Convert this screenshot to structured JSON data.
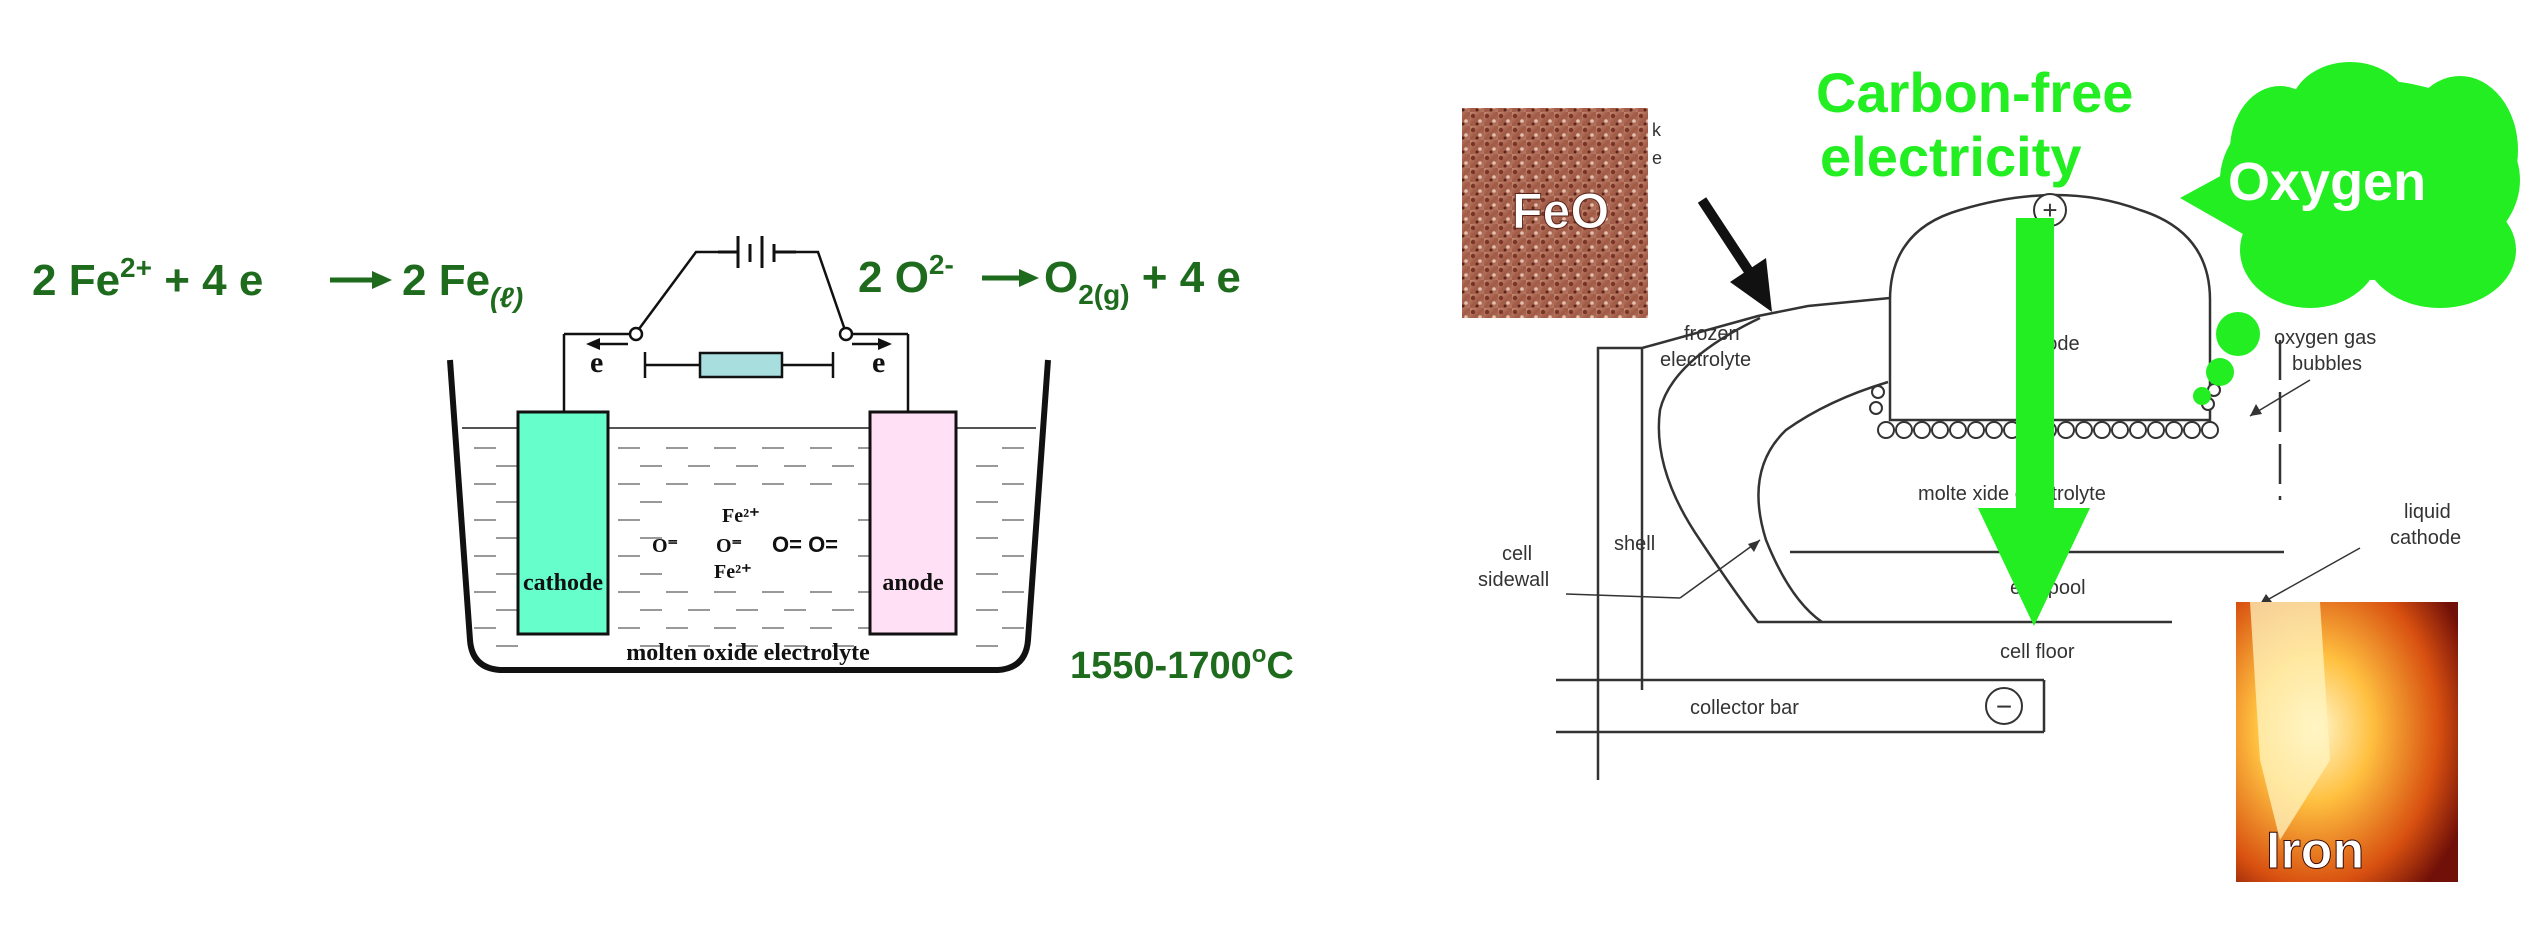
{
  "left": {
    "cathode_eq": {
      "base": "2 Fe",
      "sup": "2+",
      "mid": " + 4 e",
      "prod": "2 Fe",
      "sub": "(ℓ)"
    },
    "anode_eq": {
      "base": "2 O",
      "sup": "2-",
      "prod": "O",
      "sub": "2(g)",
      "tail": " +  4 e"
    },
    "electron_left": "e",
    "electron_right": "e",
    "cathode_label": "cathode",
    "anode_label": "anode",
    "ions": [
      "Fe²⁺",
      "O⁼",
      "O⁼",
      "O= O=",
      "Fe²⁺"
    ],
    "electrolyte_label": "molten oxide electrolyte",
    "temperature": {
      "value": "1550-1700",
      "sup": "o",
      "unit": "C"
    }
  },
  "right": {
    "feo_label": "FeO",
    "feo_partial": [
      "k",
      "e"
    ],
    "electricity_title": [
      "Carbon-free",
      "electricity"
    ],
    "oxygen_label": "Oxygen",
    "oxygen_partial": "yte",
    "plus_sign": "+",
    "minus_sign": "−",
    "anode_label": "anode",
    "oxygen_bubbles_label": [
      "oxygen gas",
      "bubbles"
    ],
    "frozen_electrolyte_label": [
      "frozen",
      "electrolyte"
    ],
    "molten_electrolyte_label": "molte   xide electrolyte",
    "liquid_cathode_label": [
      "liquid",
      "cathode"
    ],
    "cell_sidewall_label": [
      "cell",
      "sidewall"
    ],
    "shell_label": "shell",
    "metal_pool_label": "etal pool",
    "cell_floor_label": "cell floor",
    "collector_bar_label": "collector bar",
    "iron_label": "Iron"
  },
  "colors": {
    "equation_green": "#1e6b1e",
    "bright_green": "#22ee22",
    "cathode_fill": "#66ffcc",
    "anode_fill": "#ffe0f5",
    "resistor_fill": "#a8dede"
  }
}
